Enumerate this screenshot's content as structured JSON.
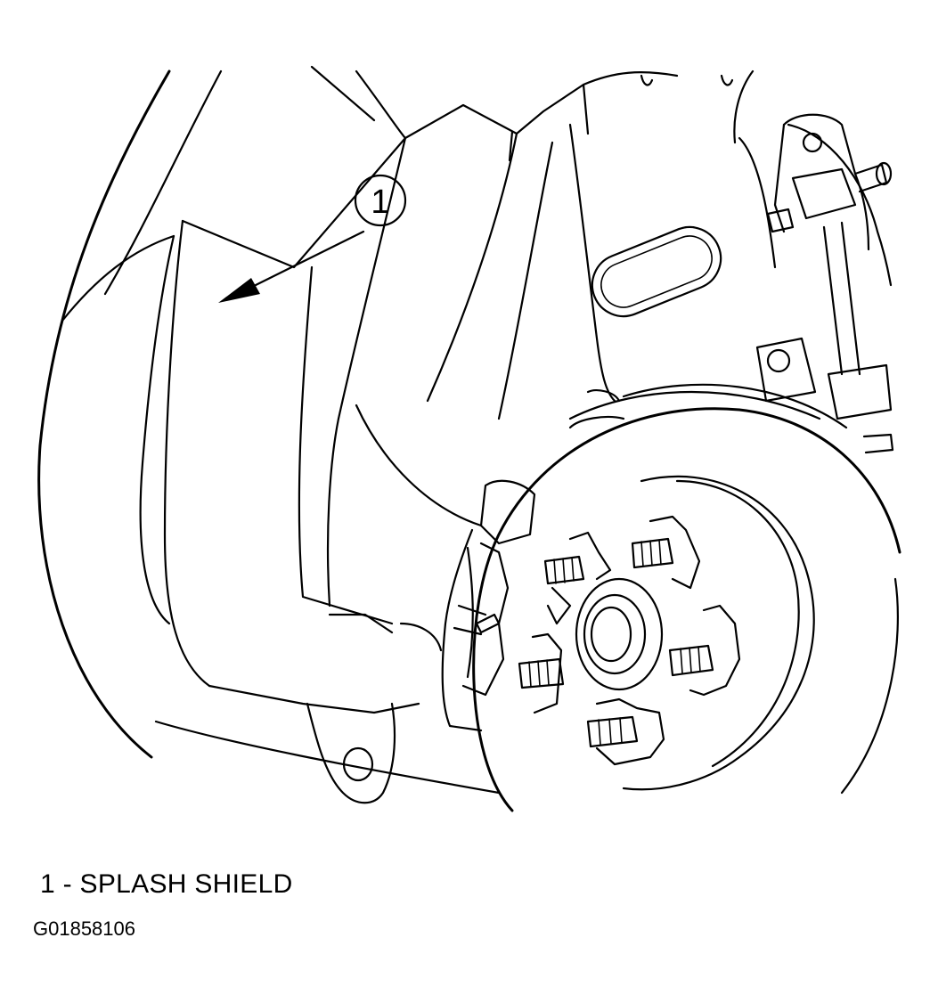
{
  "diagram": {
    "callout": {
      "number": "1"
    },
    "legend": [
      {
        "text": "1 - SPLASH SHIELD"
      }
    ],
    "figure_id": "G01858106"
  }
}
